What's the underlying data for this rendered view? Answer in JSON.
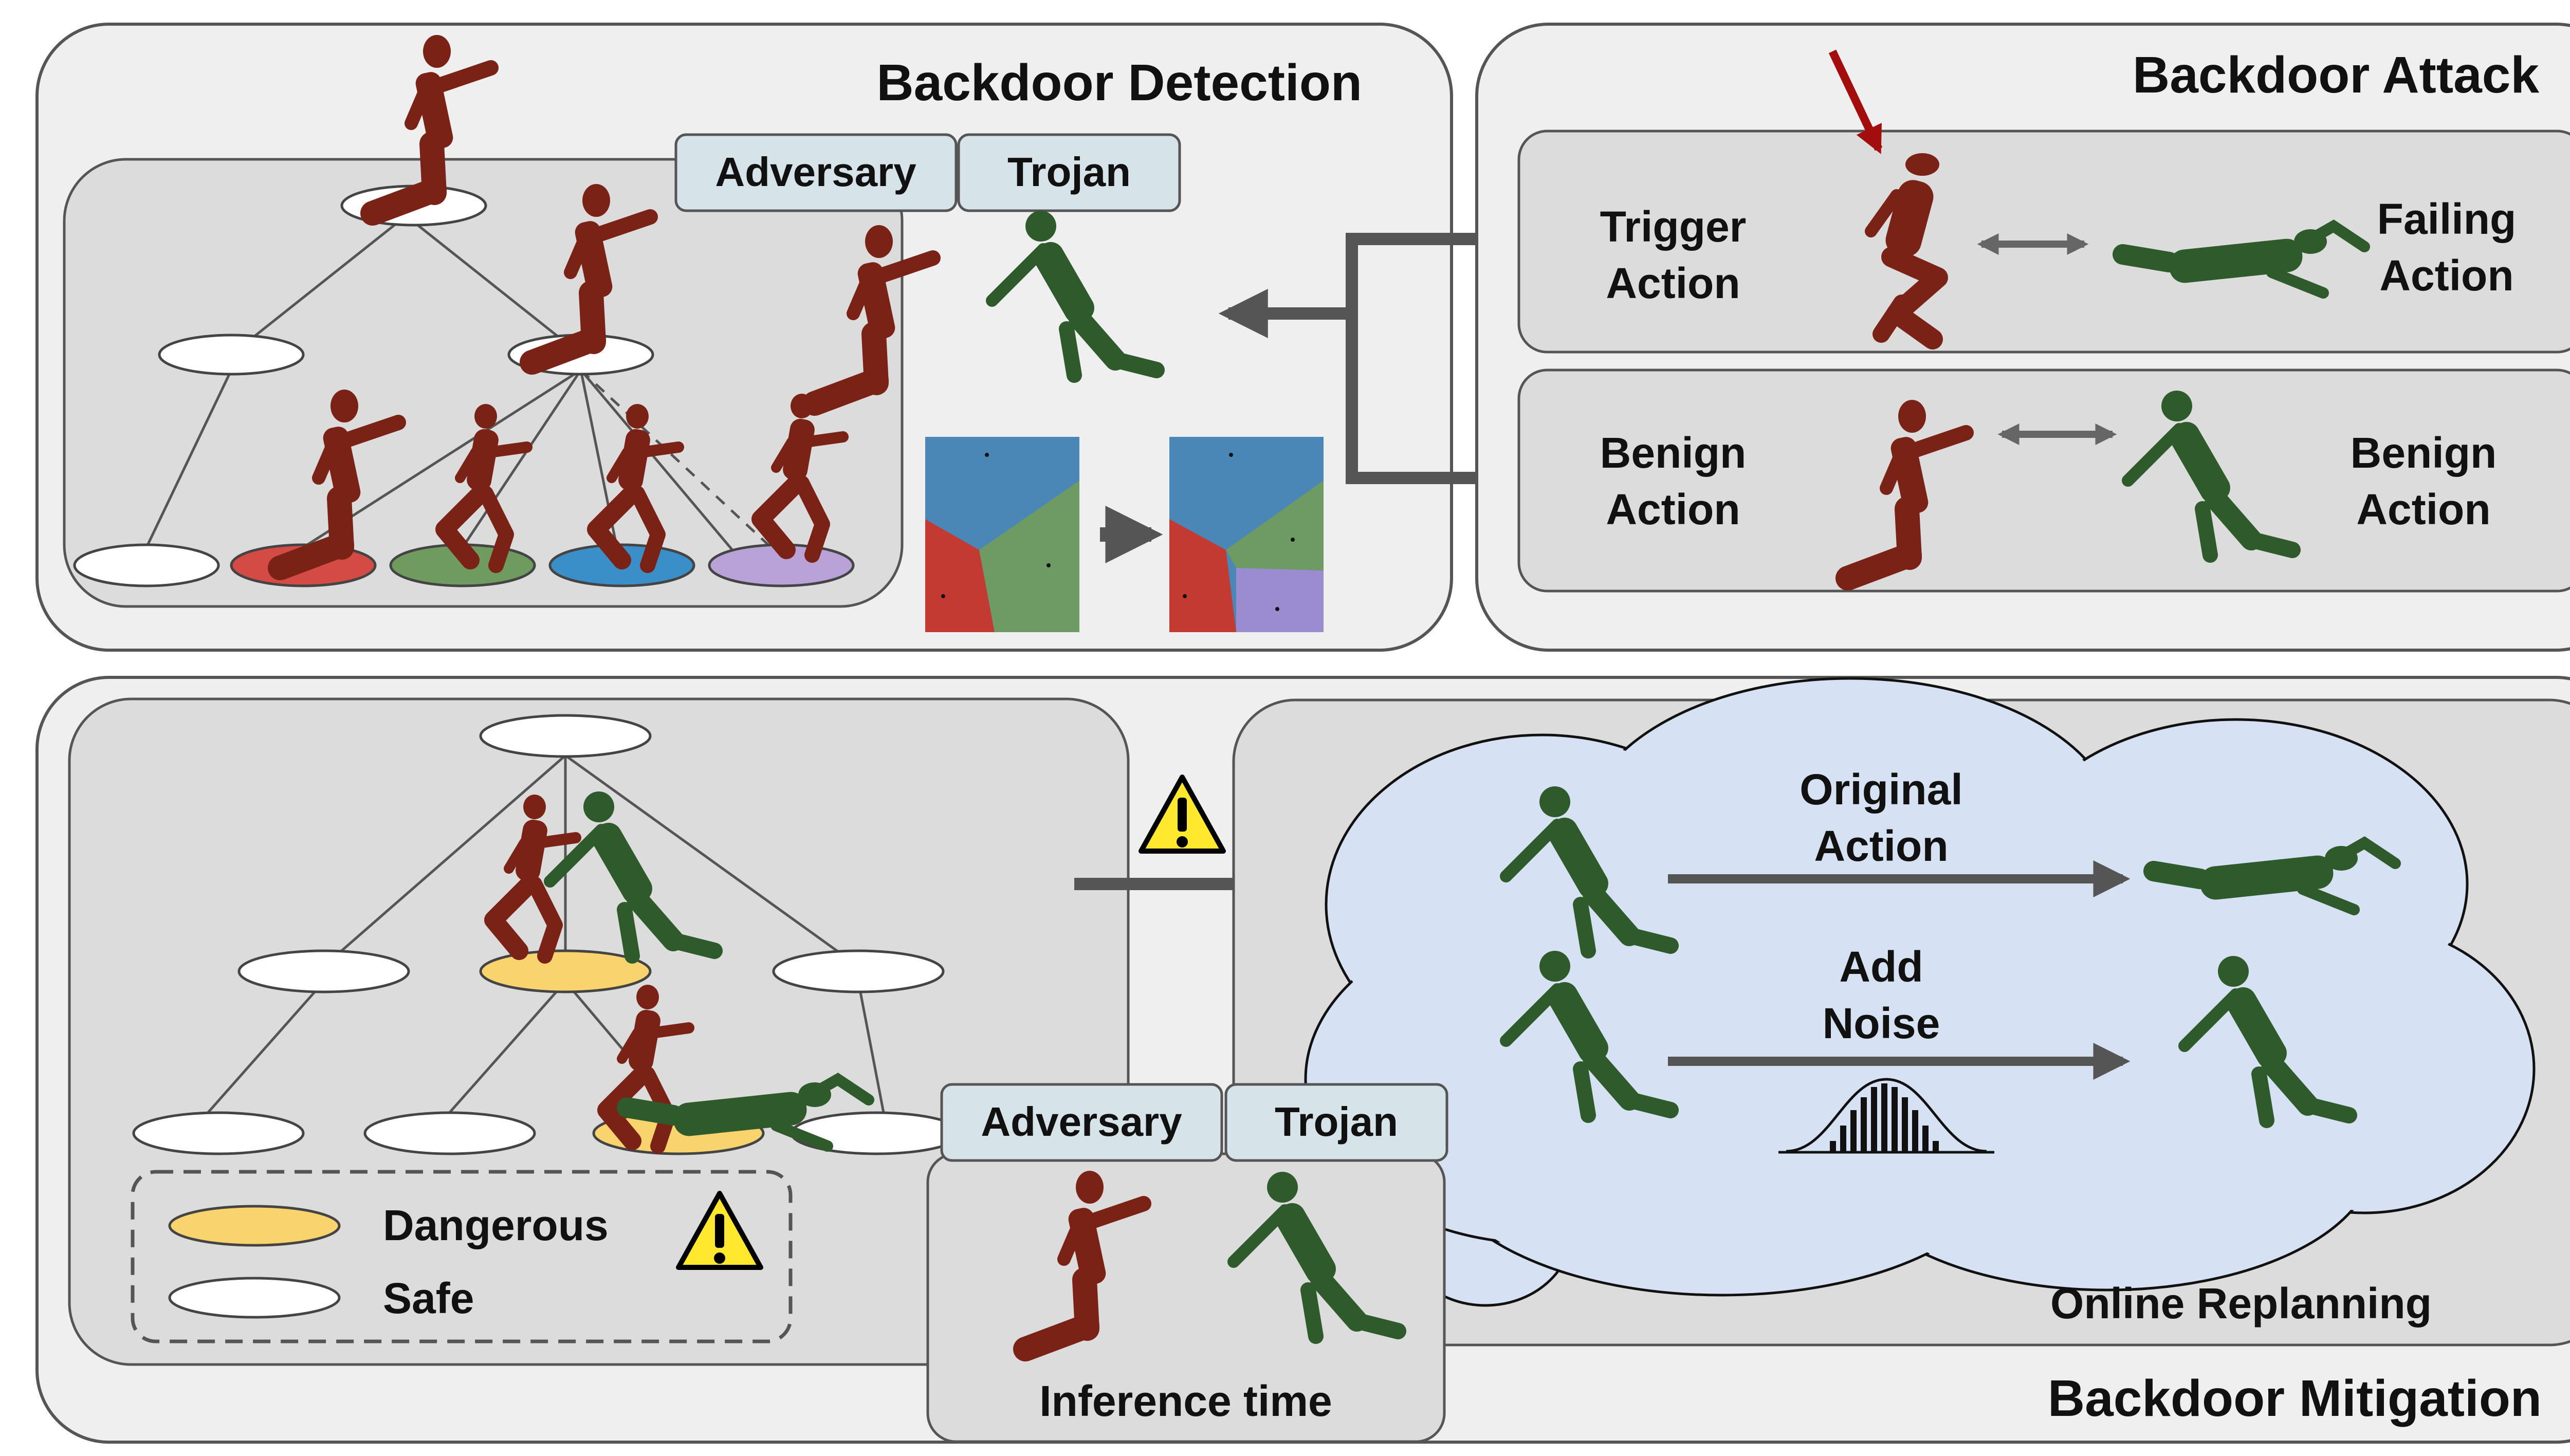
{
  "detection": {
    "title": "Backdoor Detection",
    "tabs": [
      "Adversary",
      "Trojan"
    ]
  },
  "attack": {
    "title": "Backdoor Attack",
    "trigger_label": [
      "Trigger",
      "Action"
    ],
    "failing_label": [
      "Failing",
      "Action"
    ],
    "benign_left_label": [
      "Benign",
      "Action"
    ],
    "benign_right_label": [
      "Benign",
      "Action"
    ]
  },
  "mitigation": {
    "title": "Backdoor Mitigation",
    "legend": {
      "dangerous": "Dangerous",
      "safe": "Safe"
    },
    "tabs": [
      "Adversary",
      "Trojan"
    ],
    "inference_label": "Inference time",
    "original_label": [
      "Original",
      "Action"
    ],
    "noise_label": [
      "Add",
      "Noise"
    ],
    "replanning_label": "Online Replanning"
  },
  "colors": {
    "figure_red": "#7a2216",
    "figure_green": "#2f5a2c",
    "node_red": "#d44a45",
    "node_green": "#6f9c5e",
    "node_blue": "#3b8fc9",
    "node_purple": "#b8a2d8",
    "node_yellow": "#f8d36e",
    "tab_fill": "#d6e4e9",
    "voronoi_blue": "#4a86b6",
    "voronoi_red": "#c33a33",
    "voronoi_green": "#6e9b63",
    "voronoi_purple": "#9a8ccf",
    "cloud": "#d6e2f3",
    "warning": "#ffe82e",
    "trigger_arrow": "#a40d0d"
  }
}
